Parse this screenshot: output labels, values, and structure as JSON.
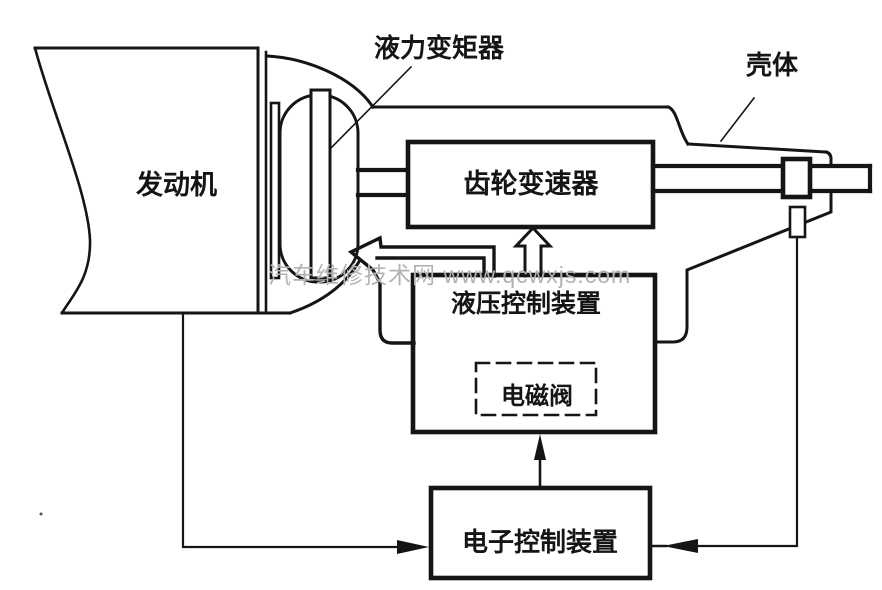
{
  "diagram": {
    "type": "schematic",
    "subject": "automatic-transmission-system",
    "callout_labels": {
      "torque_converter": "液力变矩器",
      "housing": "壳体"
    },
    "blocks": {
      "engine": "发动机",
      "gear_transmission": "齿轮变速器",
      "hydraulic_control_unit": "液压控制装置",
      "solenoid_valve": "电磁阀",
      "electronic_control_unit": "电子控制装置"
    },
    "watermark": "汽车维修技术网 www.qcwxjs.com",
    "colors": {
      "line": "#151515",
      "watermark": "#b2b2b2",
      "background": "#ffffff"
    }
  }
}
